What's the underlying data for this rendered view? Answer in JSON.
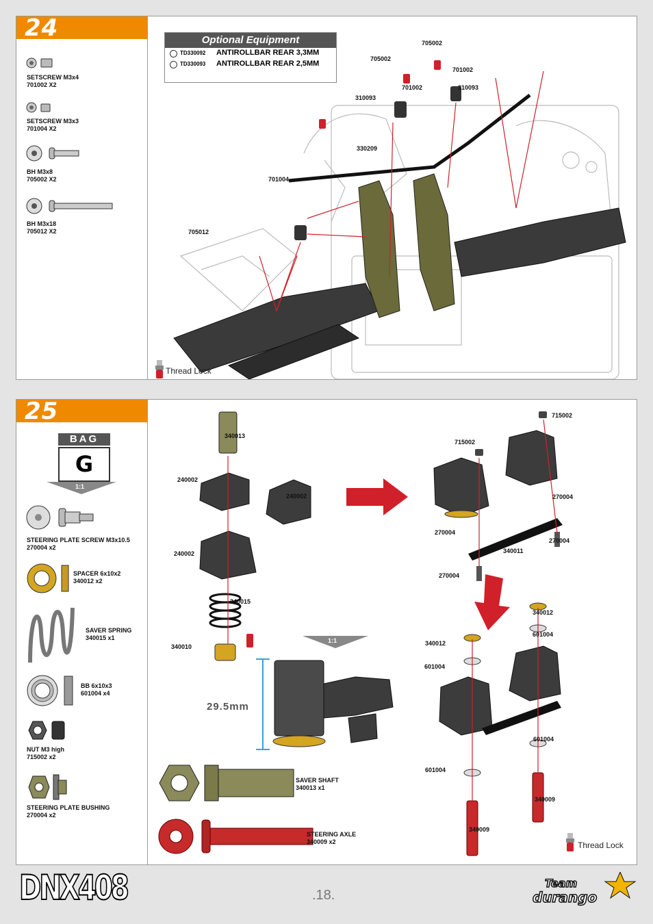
{
  "step24": {
    "number": "24",
    "parts": [
      {
        "name": "SETSCREW  M3x4",
        "code": "701002  X2",
        "icon": "setscrew-icon"
      },
      {
        "name": "SETSCREW  M3x3",
        "code": "701004  X2",
        "icon": "setscrew-icon"
      },
      {
        "name": "BH  M3x8",
        "code": "705002  X2",
        "icon": "button-head-screw-icon"
      },
      {
        "name": "BH M3x18",
        "code": "705012  X2",
        "icon": "button-head-screw-icon"
      }
    ],
    "optional": {
      "title": "Optional Equipment",
      "items": [
        {
          "code": "TD330092",
          "name": "ANTIROLLBAR REAR 3,3MM"
        },
        {
          "code": "TD330093",
          "name": "ANTIROLLBAR REAR 2,5MM"
        }
      ]
    },
    "labels": [
      "705002",
      "705002",
      "701002",
      "701002",
      "310093",
      "310093",
      "330209",
      "701004",
      "705012"
    ],
    "thread_lock": "Thread Lock"
  },
  "step25": {
    "number": "25",
    "bag_label": "BAG",
    "bag_letter": "G",
    "scale": "1:1",
    "parts": [
      {
        "name": "STEERING PLATE SCREW  M3x10.5",
        "code": "270004  x2",
        "icon": "shoulder-screw-icon"
      },
      {
        "name": "SPACER  6x10x2",
        "code": "340012  x2",
        "icon": "spacer-icon"
      },
      {
        "name": "SAVER SPRING",
        "code": "340015 x1",
        "icon": "spring-icon"
      },
      {
        "name": "BB  6x10x3",
        "code": "601004  x4",
        "icon": "ball-bearing-icon"
      },
      {
        "name": "NUT M3 high",
        "code": "715002  x2",
        "icon": "nut-icon"
      },
      {
        "name": "STEERING PLATE BUSHING",
        "code": "270004  x2",
        "icon": "bushing-icon"
      }
    ],
    "bottom_parts": [
      {
        "name": "SAVER SHAFT",
        "code": "340013  x1"
      },
      {
        "name": "STEERING AXLE",
        "code": "340009  x2"
      }
    ],
    "labels_a": [
      "340013",
      "240002",
      "240002",
      "240002",
      "340015",
      "340010"
    ],
    "labels_b": [
      "715002",
      "715002",
      "270004",
      "270004",
      "270004",
      "270004",
      "340011"
    ],
    "labels_c": [
      "340012",
      "340012",
      "601004",
      "601004",
      "601004",
      "601004",
      "340009",
      "340009"
    ],
    "dimension": "29.5mm",
    "thread_lock": "Thread Lock"
  },
  "footer": {
    "brand": "DNX408",
    "page_number": ".18.",
    "logo_text_1": "Team",
    "logo_text_2": "durango"
  },
  "colors": {
    "accent": "#ef8a00",
    "red": "#d0202a",
    "panel_border": "#9a9a9a"
  }
}
